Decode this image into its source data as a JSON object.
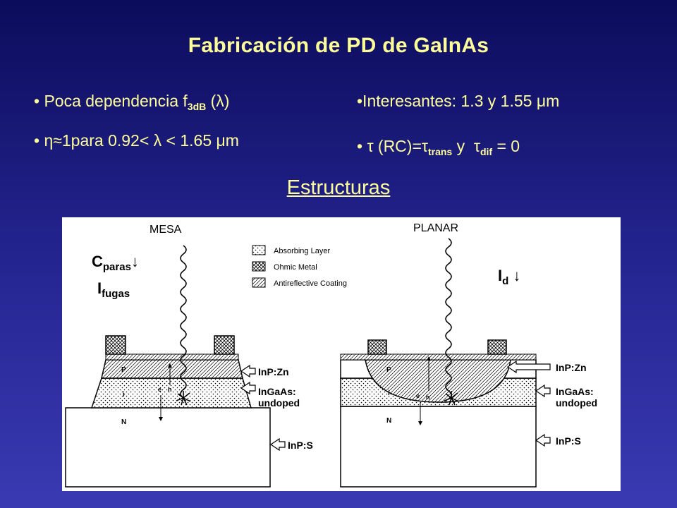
{
  "title": "Fabricación de PD de GaInAs",
  "bullets": {
    "b1_pre": "• Poca dependencia f",
    "b1_sub": "3dB",
    "b1_post": " (λ)",
    "b2": "• η≈1para 0.92< λ < 1.65 μm",
    "b3": "•Interesantes: 1.3 y 1.55 μm",
    "b4_a": "• τ (RC)=τ",
    "b4_sub1": "trans",
    "b4_b": " y  τ",
    "b4_sub2": "dif",
    "b4_c": " = 0"
  },
  "subtitle": "Estructuras",
  "figure": {
    "mesa_label": "MESA",
    "planar_label": "PLANAR",
    "legend": [
      "Absorbing Layer",
      "Ohmic Metal",
      "Antireflective Coating"
    ],
    "layer_labels": {
      "p": "P",
      "i": "i",
      "n": "N",
      "e": "e",
      "h": "h"
    },
    "arrow_labels": {
      "inp_zn": "InP:Zn",
      "ingaas": "InGaAs:",
      "undoped": "undoped",
      "inp_s": "InP:S"
    },
    "annotations": {
      "c_main": "C",
      "c_sub": "paras",
      "arrow": "↓",
      "i_main": "I",
      "i_sub": "fugas",
      "id_main": "I",
      "id_sub": "d"
    }
  }
}
